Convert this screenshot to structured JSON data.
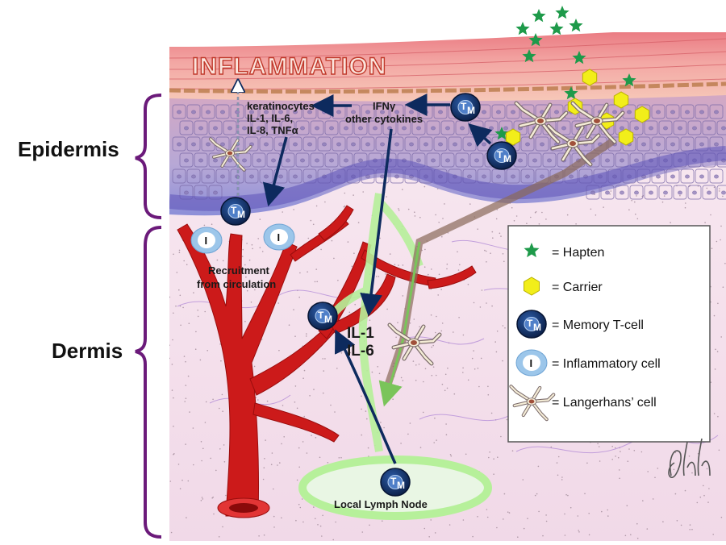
{
  "title": "INFLAMMATION",
  "side_labels": {
    "epidermis": "Epidermis",
    "dermis": "Dermis"
  },
  "cell_labels": {
    "memory_cell": "T",
    "memory_sub": "M",
    "inflammatory_cell": "I"
  },
  "annotations": {
    "keratinocytes_1": "keratinocytes",
    "keratinocytes_2": "IL-1, IL-6,",
    "keratinocytes_3": "IL-8, TNFα",
    "ifn_1": "IFNγ",
    "ifn_2": "other cytokines",
    "recruit_1": "Recruitment",
    "recruit_2": "from circulation",
    "il1": "IL-1",
    "il6": "IL-6",
    "lymph": "Local Lymph Node"
  },
  "legend": {
    "items": [
      {
        "symbol": "hapten-star",
        "label": "= Hapten"
      },
      {
        "symbol": "carrier-hexagon",
        "label": "= Carrier"
      },
      {
        "symbol": "memory-t-cell",
        "label": "= Memory T-cell"
      },
      {
        "symbol": "inflammatory-cell",
        "label": "= Inflammatory cell"
      },
      {
        "symbol": "langerhans-cell",
        "label": "= Langerhans’ cell"
      }
    ]
  },
  "colors": {
    "hapten": "#1e9a4a",
    "carrier": "#f2ee1a",
    "memory_cell": "#0d2a5e",
    "inflammatory_ring": "#9cc6ea",
    "vessel": "#cc1a1a",
    "bracket": "#6b1a7a",
    "arrow": "#0d2a5e",
    "lymph": "#b6f09a"
  },
  "signature": "dh"
}
